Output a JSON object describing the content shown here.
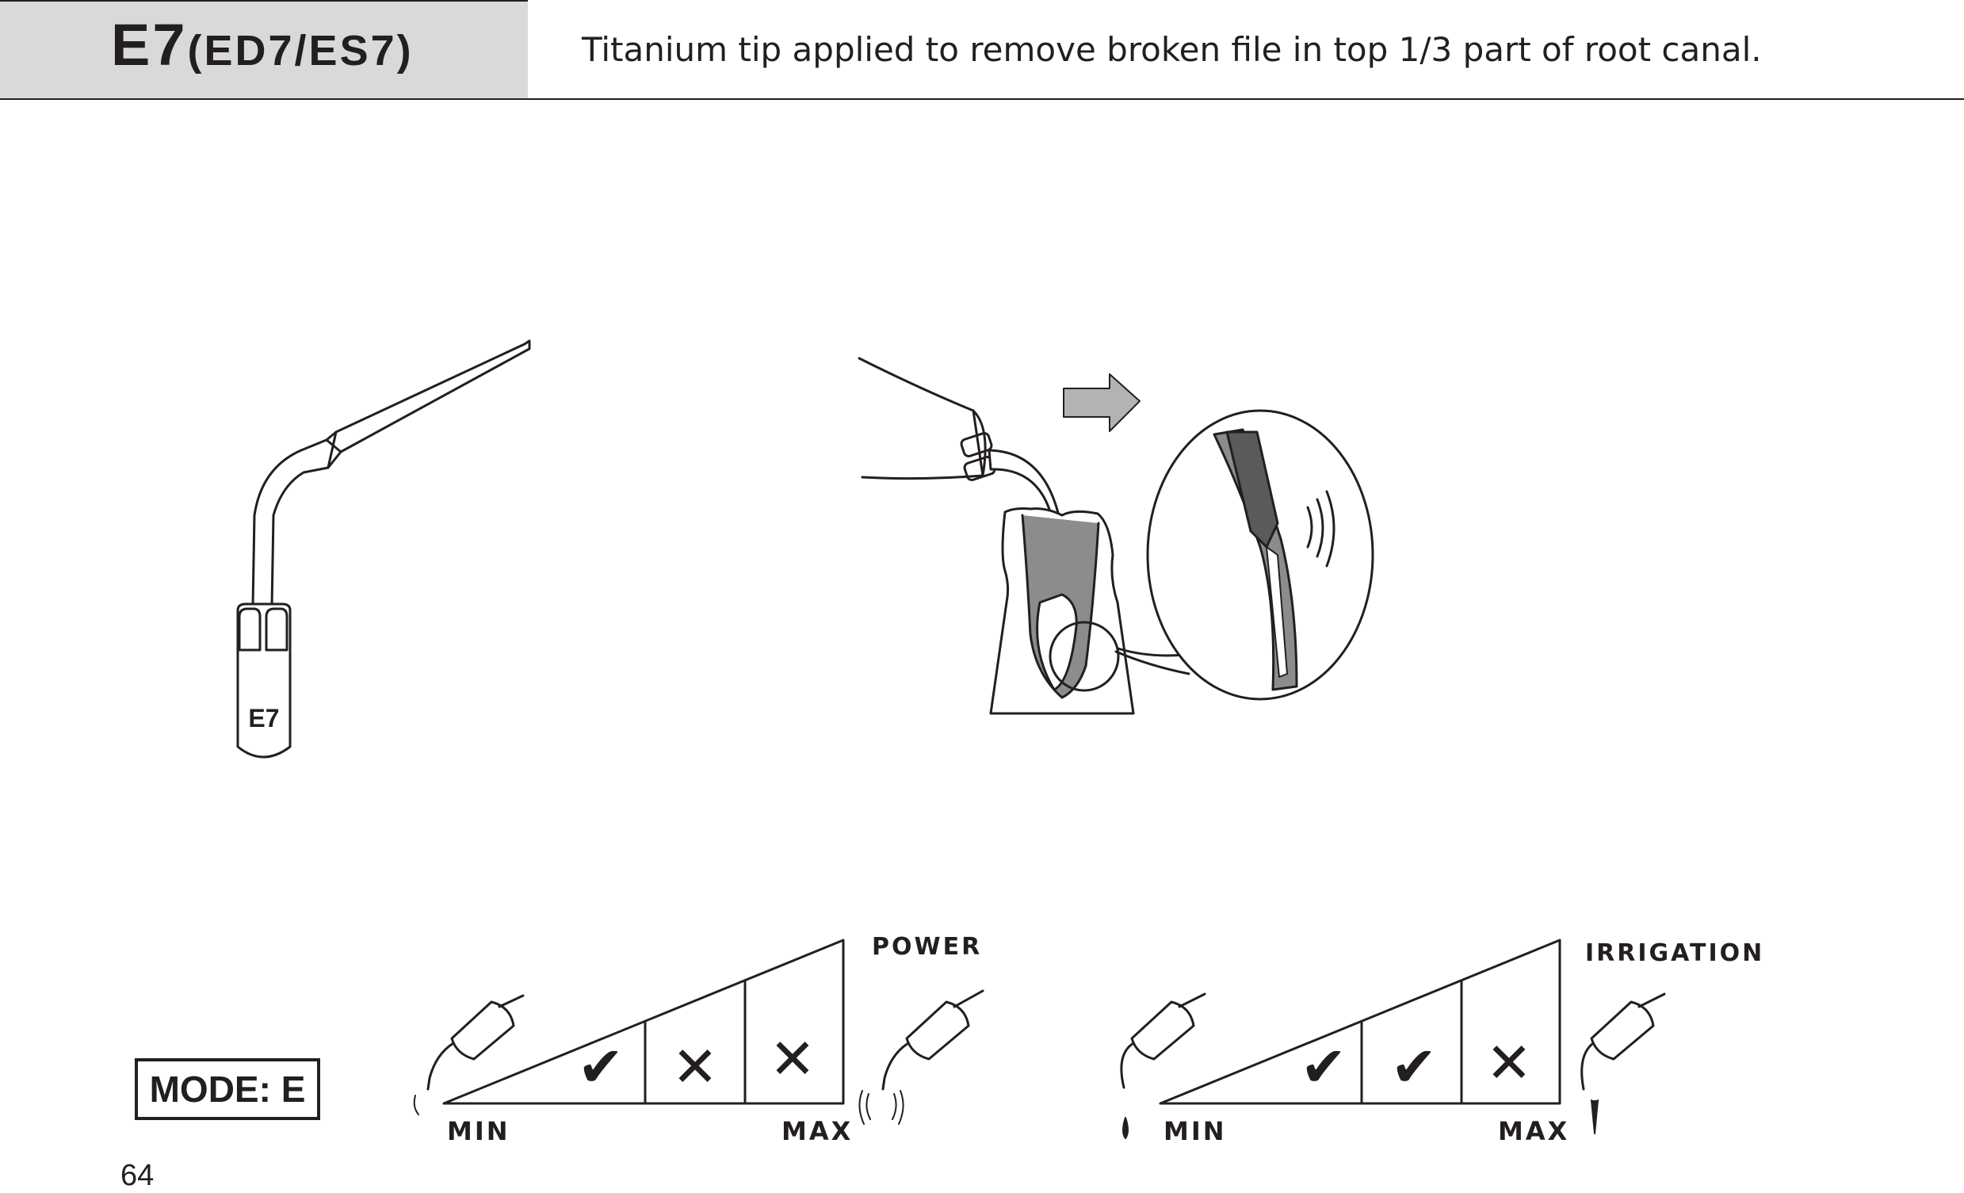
{
  "header": {
    "code": "E7",
    "variants": "(ED7/ES7)",
    "description": "Titanium tip applied to remove broken file in top 1/3 part of root canal."
  },
  "tip_label": "E7",
  "mode_label": "MODE: E",
  "page_number": "64",
  "power_scale": {
    "title": "POWER",
    "min_label": "MIN",
    "max_label": "MAX",
    "levels": [
      "allowed",
      "not-allowed",
      "not-allowed"
    ]
  },
  "irrigation_scale": {
    "title": "IRRIGATION",
    "min_label": "MIN",
    "max_label": "MAX",
    "levels": [
      "allowed",
      "allowed",
      "not-allowed"
    ]
  },
  "colors": {
    "ink": "#231f20",
    "header_bg": "#d9d9d9",
    "canal_gray": "#8c8c8c",
    "arrow_gray": "#b3b3b3"
  }
}
